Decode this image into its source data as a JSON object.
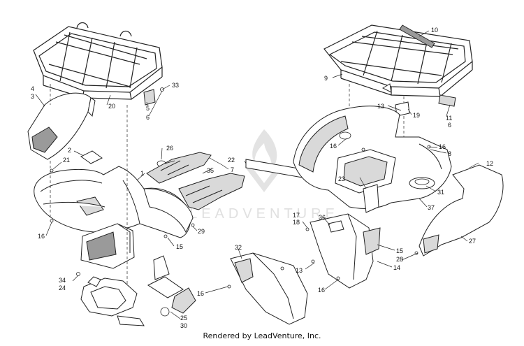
{
  "watermark": "LEADVENTURE",
  "footer": "Rendered by LeadVenture, Inc.",
  "callouts": [
    {
      "id": "c1",
      "text": "1"
    },
    {
      "id": "c2",
      "text": "2"
    },
    {
      "id": "c3",
      "text": "3"
    },
    {
      "id": "c4",
      "text": "4"
    },
    {
      "id": "c5",
      "text": "5"
    },
    {
      "id": "c6a",
      "text": "6"
    },
    {
      "id": "c6b",
      "text": "6"
    },
    {
      "id": "c7",
      "text": "7"
    },
    {
      "id": "c8",
      "text": "8"
    },
    {
      "id": "c9",
      "text": "9"
    },
    {
      "id": "c10",
      "text": "10"
    },
    {
      "id": "c11",
      "text": "11"
    },
    {
      "id": "c12",
      "text": "12"
    },
    {
      "id": "c13a",
      "text": "13"
    },
    {
      "id": "c13b",
      "text": "13"
    },
    {
      "id": "c14",
      "text": "14"
    },
    {
      "id": "c15a",
      "text": "15"
    },
    {
      "id": "c15b",
      "text": "15"
    },
    {
      "id": "c16a",
      "text": "16"
    },
    {
      "id": "c16b",
      "text": "16"
    },
    {
      "id": "c16c",
      "text": "16"
    },
    {
      "id": "c16d",
      "text": "16"
    },
    {
      "id": "c16e",
      "text": "16"
    },
    {
      "id": "c17",
      "text": "17"
    },
    {
      "id": "c18",
      "text": "18"
    },
    {
      "id": "c19",
      "text": "19"
    },
    {
      "id": "c20",
      "text": "20"
    },
    {
      "id": "c21",
      "text": "21"
    },
    {
      "id": "c22",
      "text": "22"
    },
    {
      "id": "c23",
      "text": "23"
    },
    {
      "id": "c24",
      "text": "24"
    },
    {
      "id": "c25",
      "text": "25"
    },
    {
      "id": "c26",
      "text": "26"
    },
    {
      "id": "c27",
      "text": "27"
    },
    {
      "id": "c28",
      "text": "28"
    },
    {
      "id": "c29",
      "text": "29"
    },
    {
      "id": "c30",
      "text": "30"
    },
    {
      "id": "c31",
      "text": "31"
    },
    {
      "id": "c32",
      "text": "32"
    },
    {
      "id": "c33",
      "text": "33"
    },
    {
      "id": "c34",
      "text": "34"
    },
    {
      "id": "c35",
      "text": "35"
    },
    {
      "id": "c36",
      "text": "36"
    },
    {
      "id": "c37",
      "text": "37"
    }
  ]
}
